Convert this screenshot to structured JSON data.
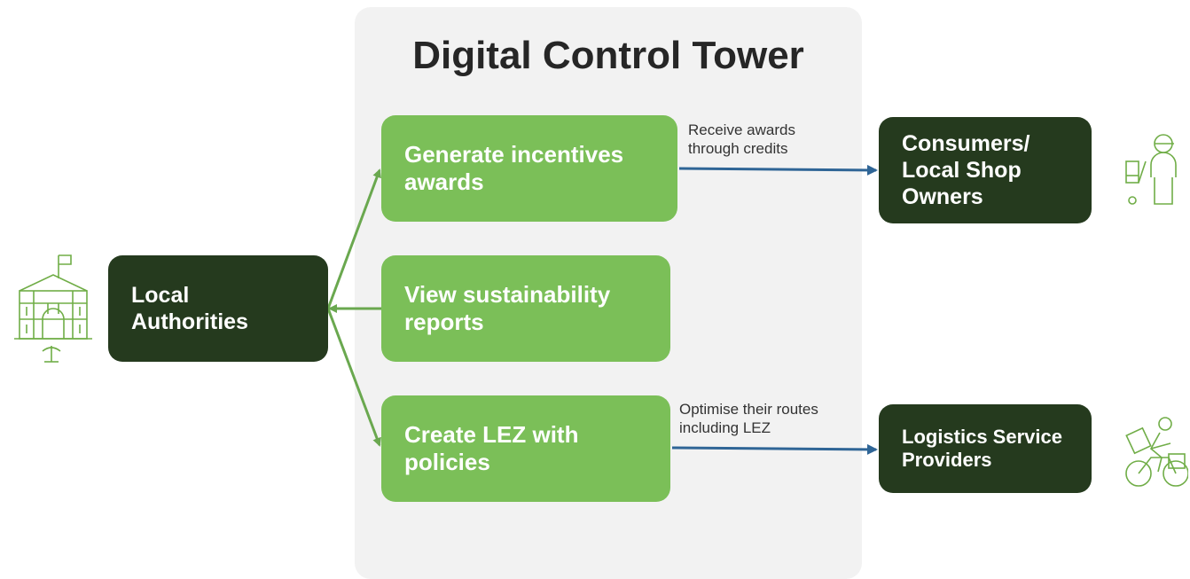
{
  "diagram": {
    "title": "Digital Control Tower",
    "nodes": {
      "local_authorities": [
        "Local",
        "Authorities"
      ],
      "generate_incentives": [
        "Generate incentives",
        "awards"
      ],
      "view_reports": [
        "View sustainability",
        "reports"
      ],
      "create_lez": [
        "Create LEZ with",
        "policies"
      ],
      "consumers": [
        "Consumers/",
        "Local Shop",
        "Owners"
      ],
      "logistics": [
        "Logistics Service",
        "Providers"
      ]
    },
    "edge_labels": {
      "awards": [
        "Receive awards",
        "through credits"
      ],
      "routes": [
        "Optimise their routes",
        "including LEZ"
      ]
    }
  },
  "colors": {
    "panel": "#f2f2f2",
    "green_box": "#7bbf58",
    "dark_box": "#253a1e",
    "green_arrow": "#6aa84f",
    "blue_arrow": "#2f6596",
    "icon": "#70ad47"
  },
  "icons": [
    "city-hall-icon",
    "shop-owner-icon",
    "cyclist-courier-icon"
  ]
}
